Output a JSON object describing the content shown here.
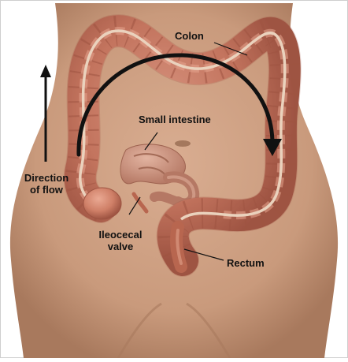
{
  "labels": {
    "colon": "Colon",
    "small_intestine": "Small intestine",
    "direction_of_flow": [
      "Direction",
      "of flow"
    ],
    "ileocecal_valve": [
      "Ileocecal",
      "valve"
    ],
    "rectum": "Rectum"
  },
  "colors": {
    "skin": "#c99a7c",
    "skin_shadow": "#a8795d",
    "colon": "#cf7f67",
    "colon_dark": "#a45745",
    "colon_highlight": "#e6a48e",
    "colon_band": "#ead2bd",
    "small_intestine": "#c68f7a",
    "arrow": "#111111",
    "frame": "#cfcfcf"
  }
}
